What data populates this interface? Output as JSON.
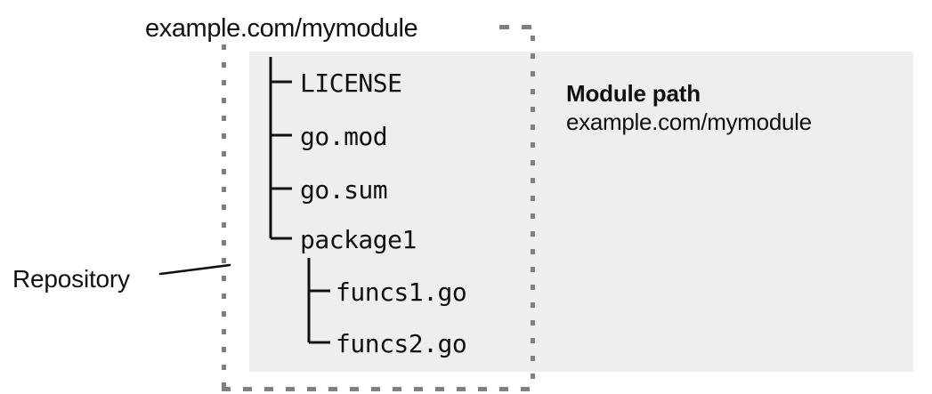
{
  "diagram": {
    "title": "example.com/mymodule",
    "repository_label": "Repository",
    "annotation": {
      "heading": "Module path",
      "value": "example.com/mymodule"
    },
    "tree": {
      "level1": [
        {
          "name": "LICENSE",
          "connector": "tee"
        },
        {
          "name": "go.mod",
          "connector": "tee"
        },
        {
          "name": "go.sum",
          "connector": "tee"
        },
        {
          "name": "package1",
          "connector": "elbow"
        }
      ],
      "level2": [
        {
          "name": "funcs1.go",
          "connector": "tee"
        },
        {
          "name": "funcs2.go",
          "connector": "elbow"
        }
      ]
    },
    "colors": {
      "panel_background": "#eeeeee",
      "page_background": "#ffffff",
      "text": "#111111",
      "dotted_border": "#808080",
      "tree_line": "#111111"
    }
  }
}
